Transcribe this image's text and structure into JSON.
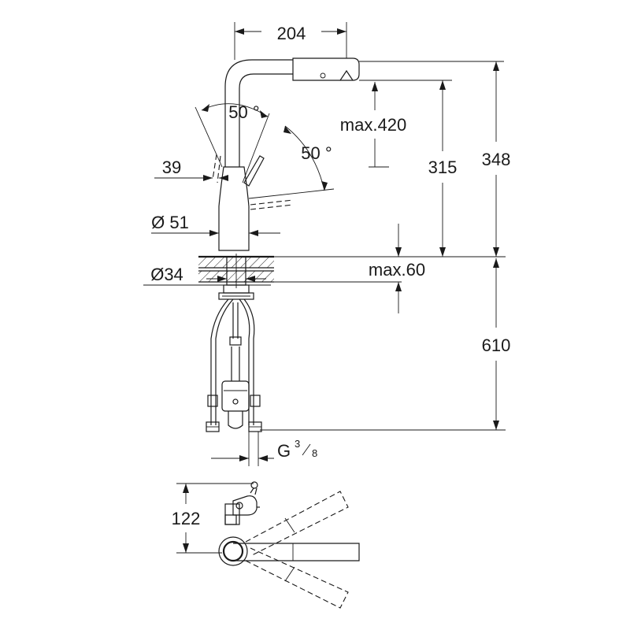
{
  "dimensions": {
    "spout_reach": "204",
    "spray_angle_top": "50 °",
    "spray_angle_side": "50 °",
    "pullout_length": "max.420",
    "lever_offset": "39",
    "spout_height": "315",
    "total_height": "348",
    "body_diameter": "Ø 51",
    "shank_diameter": "Ø34",
    "max_thickness": "max.60",
    "hose_length": "610",
    "thread_main": "G",
    "thread_num": "3",
    "thread_den": "8",
    "plan_depth": "122"
  },
  "colors": {
    "line": "#1a1a1a",
    "background": "#ffffff"
  }
}
